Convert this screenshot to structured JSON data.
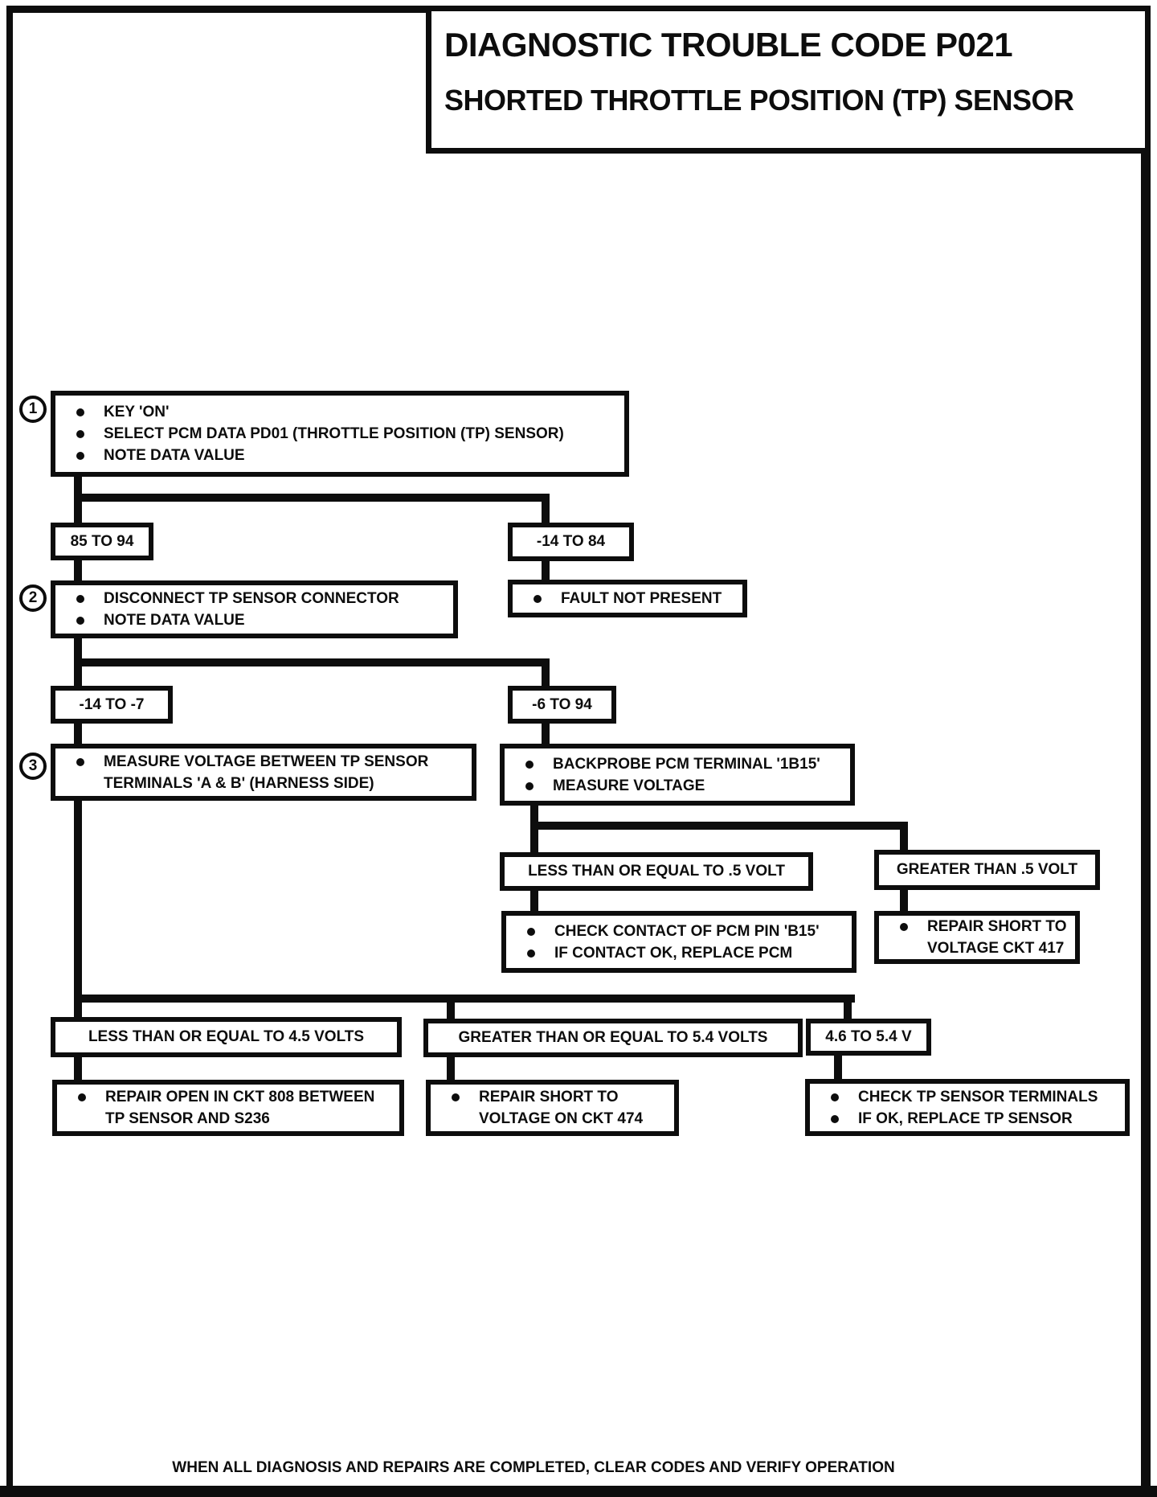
{
  "title": {
    "line1": "DIAGNOSTIC TROUBLE CODE P021",
    "line2": "SHORTED THROTTLE POSITION (TP) SENSOR"
  },
  "footer": "WHEN ALL DIAGNOSIS AND REPAIRS ARE COMPLETED, CLEAR CODES AND VERIFY OPERATION",
  "colors": {
    "ink": "#0d0d0d",
    "paper": "#ffffff"
  },
  "flow": {
    "step1": {
      "number": "1",
      "bullets": [
        "KEY 'ON'",
        "SELECT PCM DATA PD01 (THROTTLE POSITION (TP) SENSOR)",
        "NOTE DATA VALUE"
      ]
    },
    "branch_85_94": "85 TO 94",
    "branch_neg14_84": "-14 TO 84",
    "step2": {
      "number": "2",
      "bullets": [
        "DISCONNECT TP SENSOR CONNECTOR",
        "NOTE DATA VALUE"
      ]
    },
    "fault_not_present": {
      "bullets": [
        "FAULT NOT PRESENT"
      ]
    },
    "branch_neg14_neg7": "-14 TO -7",
    "branch_neg6_94": "-6 TO 94",
    "step3": {
      "number": "3",
      "bullet_lines": [
        "MEASURE VOLTAGE BETWEEN TP SENSOR",
        "TERMINALS 'A & B' (HARNESS SIDE)"
      ]
    },
    "backprobe": {
      "bullets": [
        "BACKPROBE PCM TERMINAL '1B15'",
        "MEASURE VOLTAGE"
      ]
    },
    "branch_lte_half_volt": "LESS THAN OR EQUAL TO .5 VOLT",
    "branch_gt_half_volt": "GREATER THAN .5 VOLT",
    "check_contact": {
      "bullets": [
        "CHECK CONTACT OF PCM PIN 'B15'",
        "IF CONTACT OK, REPLACE PCM"
      ]
    },
    "repair_short_417": {
      "bullet_lines": [
        "REPAIR SHORT TO",
        "VOLTAGE CKT 417"
      ]
    },
    "branch_lte_4_5": "LESS THAN OR EQUAL TO 4.5 VOLTS",
    "branch_gte_5_4": "GREATER THAN OR EQUAL TO 5.4 VOLTS",
    "branch_4_6_to_5_4": "4.6 TO 5.4 V",
    "repair_open_808": {
      "bullet_lines": [
        "REPAIR OPEN IN CKT 808 BETWEEN",
        "TP SENSOR AND S236"
      ]
    },
    "repair_short_474": {
      "bullet_lines": [
        "REPAIR SHORT TO",
        "VOLTAGE ON CKT 474"
      ]
    },
    "check_tp_sensor": {
      "bullets": [
        "CHECK TP SENSOR TERMINALS",
        "IF OK, REPLACE TP SENSOR"
      ]
    }
  }
}
